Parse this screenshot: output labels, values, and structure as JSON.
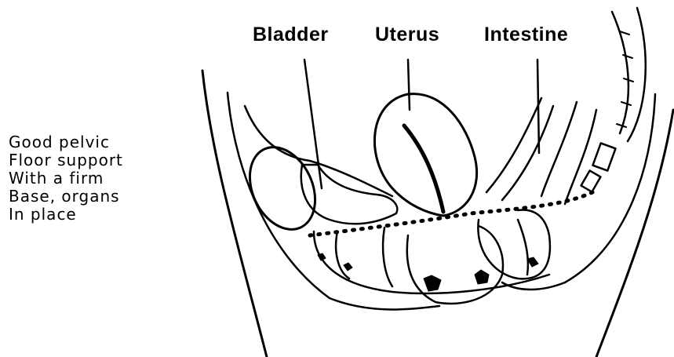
{
  "caption": {
    "lines": [
      "Good pelvic",
      "Floor support",
      "With a firm",
      "Base, organs",
      "In place"
    ]
  },
  "labels": {
    "bladder": "Bladder",
    "uterus": "Uterus",
    "intestine": "Intestine"
  },
  "colors": {
    "ink": "#000000",
    "background": "#ffffff"
  }
}
